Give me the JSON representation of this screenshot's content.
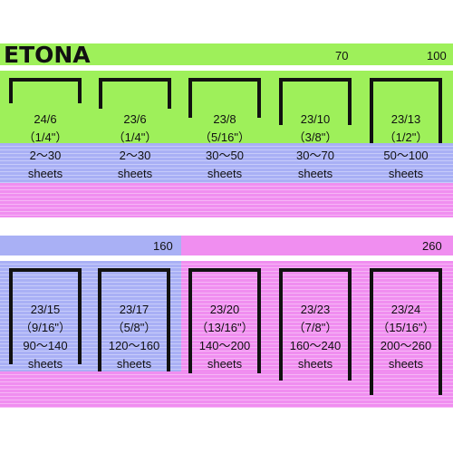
{
  "brand": "ETONA",
  "top_panel": {
    "scale_labels": [
      "70",
      "100"
    ],
    "items": [
      {
        "size": "24/6",
        "inch": "（1/4\"）",
        "range": "2～30",
        "unit": "sheets"
      },
      {
        "size": "23/6",
        "inch": "（1/4\"）",
        "range": "2～30",
        "unit": "sheets"
      },
      {
        "size": "23/8",
        "inch": "（5/16\"）",
        "range": "30～50",
        "unit": "sheets"
      },
      {
        "size": "23/10",
        "inch": "（3/8\"）",
        "range": "30～70",
        "unit": "sheets"
      },
      {
        "size": "23/13",
        "inch": "（1/2\"）",
        "range": "50～100",
        "unit": "sheets"
      }
    ]
  },
  "bottom_panel": {
    "scale_labels": [
      "160",
      "260"
    ],
    "items": [
      {
        "size": "23/15",
        "inch": "（9/16\"）",
        "range": "90～140",
        "unit": "sheets"
      },
      {
        "size": "23/17",
        "inch": "（5/8\"）",
        "range": "120～160",
        "unit": "sheets"
      },
      {
        "size": "23/20",
        "inch": "（13/16\"）",
        "range": "140～200",
        "unit": "sheets"
      },
      {
        "size": "23/23",
        "inch": "（7/8\"）",
        "range": "160～240",
        "unit": "sheets"
      },
      {
        "size": "23/24",
        "inch": "（15/16\"）",
        "range": "200～260",
        "unit": "sheets"
      }
    ]
  },
  "colors": {
    "green": "#9ef05a",
    "blue": "#a9b0f5",
    "pink": "#f08ef0",
    "staple": "#111111"
  }
}
